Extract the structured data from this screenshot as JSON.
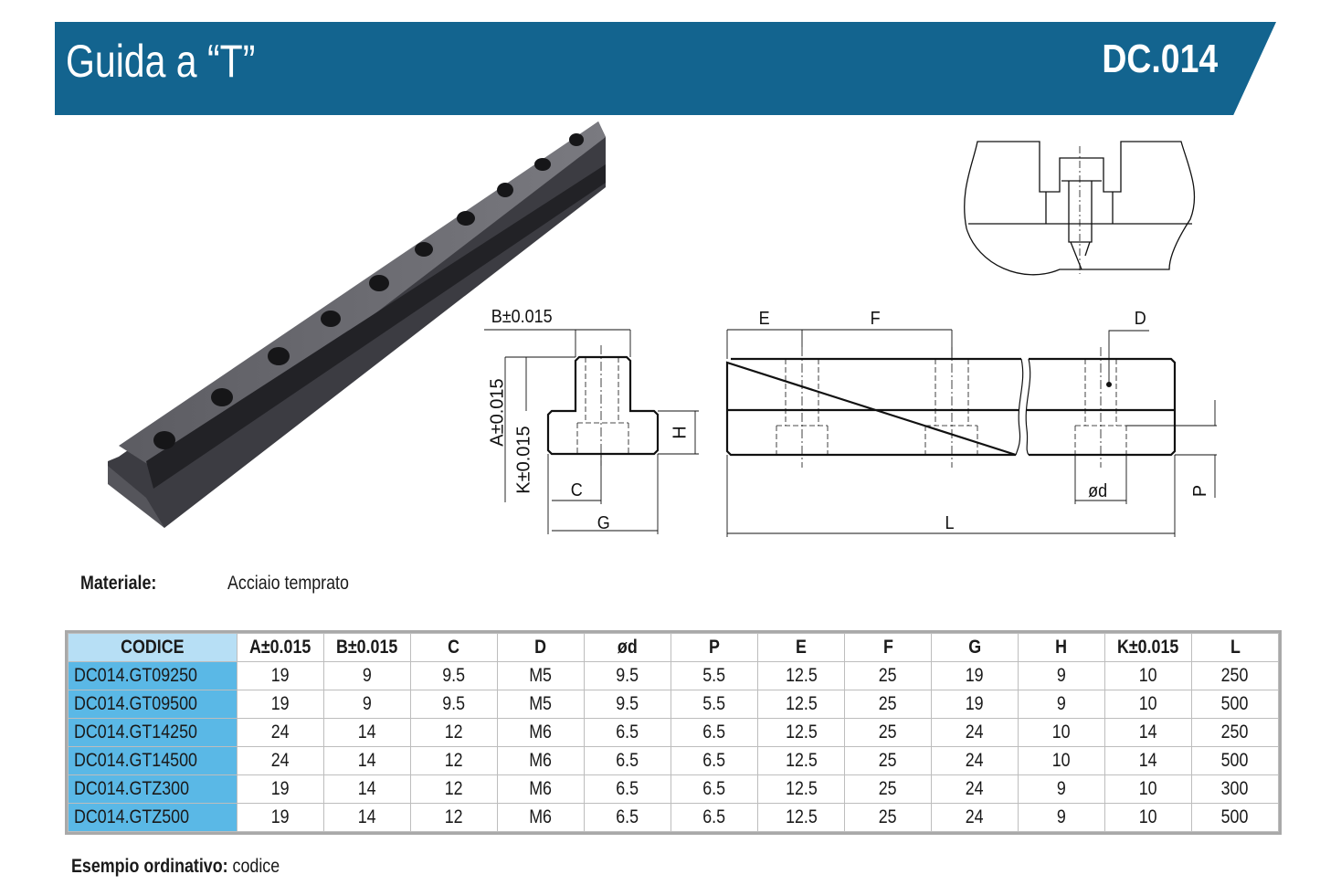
{
  "header": {
    "title": "Guida a “T”",
    "code": "DC.014",
    "color": "#13648f"
  },
  "drawing": {
    "labels": {
      "B": "B±0.015",
      "A": "A±0.015",
      "K": "K±0.015",
      "H": "H",
      "C": "C",
      "G": "G",
      "E": "E",
      "F": "F",
      "D": "D",
      "d": "ød",
      "P": "P",
      "L": "L"
    }
  },
  "material": {
    "label": "Materiale:",
    "value": "Acciaio temprato"
  },
  "table": {
    "headers": [
      "CODICE",
      "A±0.015",
      "B±0.015",
      "C",
      "D",
      "ød",
      "P",
      "E",
      "F",
      "G",
      "H",
      "K±0.015",
      "L"
    ],
    "rows": [
      [
        "DC014.GT09250",
        "19",
        "9",
        "9.5",
        "M5",
        "9.5",
        "5.5",
        "12.5",
        "25",
        "19",
        "9",
        "10",
        "250"
      ],
      [
        "DC014.GT09500",
        "19",
        "9",
        "9.5",
        "M5",
        "9.5",
        "5.5",
        "12.5",
        "25",
        "19",
        "9",
        "10",
        "500"
      ],
      [
        "DC014.GT14250",
        "24",
        "14",
        "12",
        "M6",
        "6.5",
        "6.5",
        "12.5",
        "25",
        "24",
        "10",
        "14",
        "250"
      ],
      [
        "DC014.GT14500",
        "24",
        "14",
        "12",
        "M6",
        "6.5",
        "6.5",
        "12.5",
        "25",
        "24",
        "10",
        "14",
        "500"
      ],
      [
        "DC014.GTZ300",
        "19",
        "14",
        "12",
        "M6",
        "6.5",
        "6.5",
        "12.5",
        "25",
        "24",
        "9",
        "10",
        "300"
      ],
      [
        "DC014.GTZ500",
        "19",
        "14",
        "12",
        "M6",
        "6.5",
        "6.5",
        "12.5",
        "25",
        "24",
        "9",
        "10",
        "500"
      ]
    ]
  },
  "ordering": {
    "label": "Esempio ordinativo:",
    "value": "codice"
  }
}
